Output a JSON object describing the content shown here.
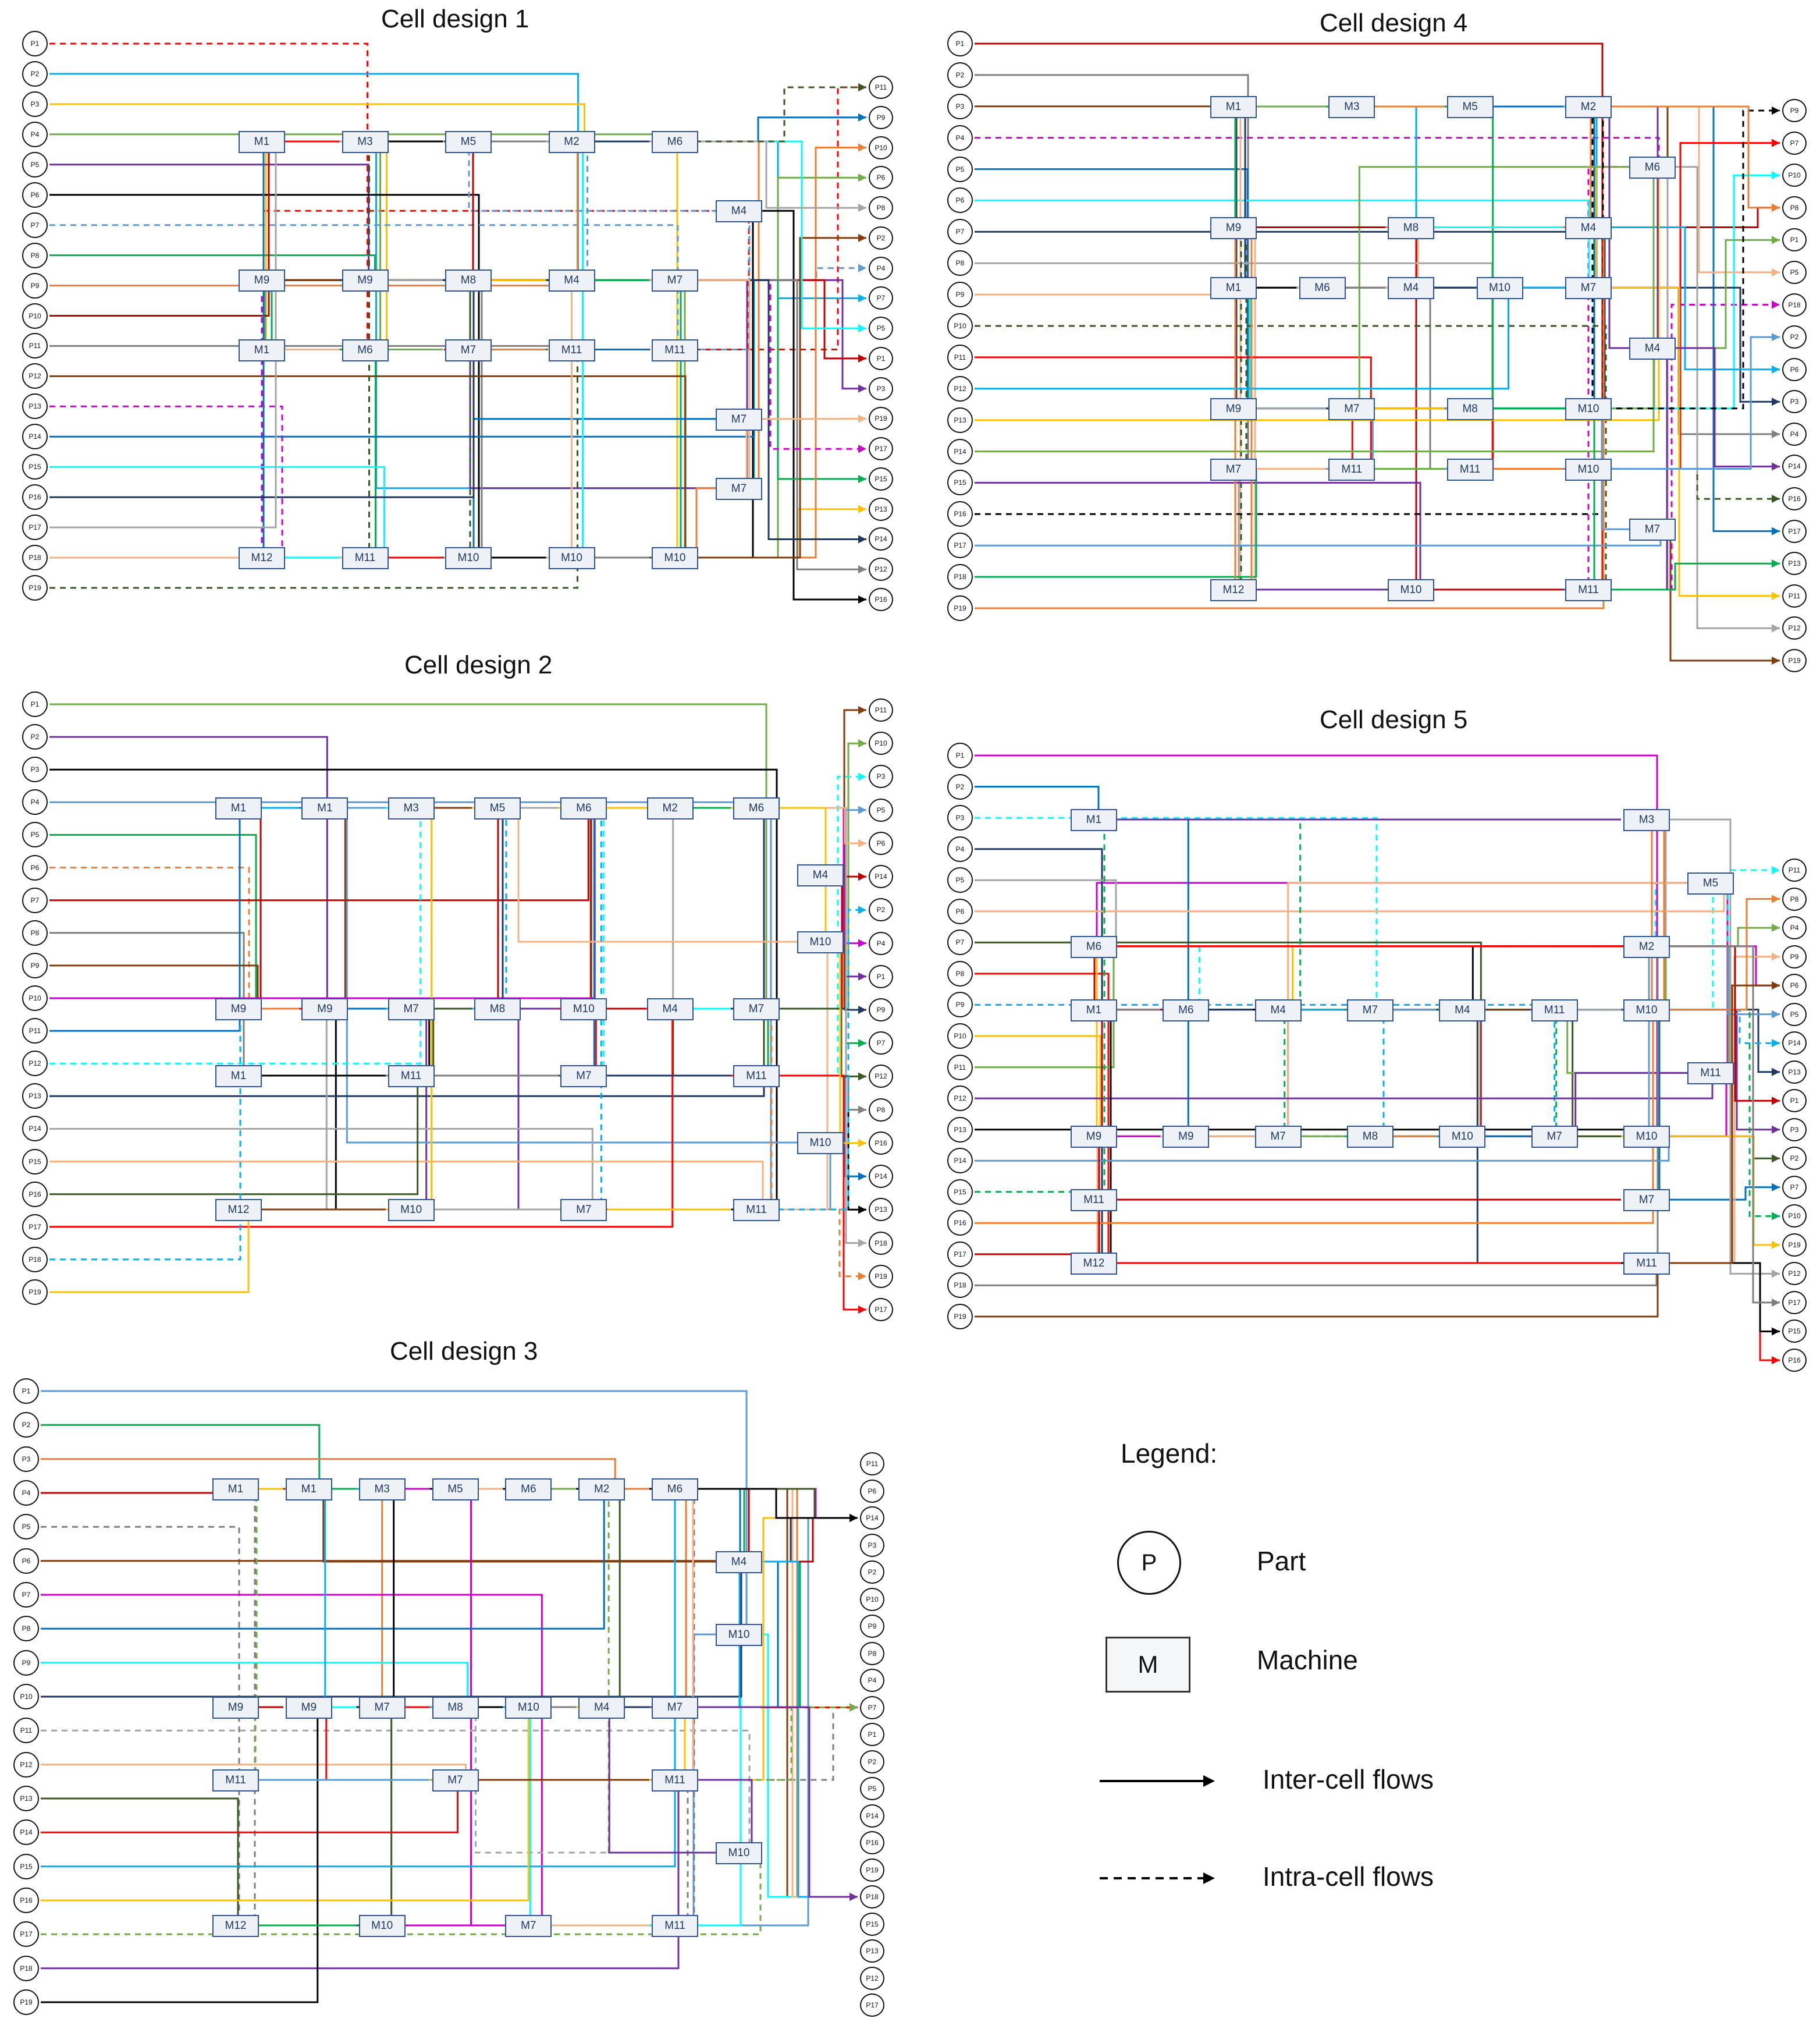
{
  "figure": {
    "panels": [
      {
        "title": "Cell design 1",
        "parts_in": [
          "P1",
          "P2",
          "P3",
          "P4",
          "P5",
          "P6",
          "P7",
          "P8",
          "P9",
          "P10",
          "P11",
          "P12",
          "P13",
          "P14",
          "P15",
          "P16",
          "P17",
          "P18",
          "P19"
        ],
        "parts_out": [
          "P11",
          "P9",
          "P10",
          "P6",
          "P8",
          "P2",
          "P4",
          "P7",
          "P5",
          "P1",
          "P3",
          "P19",
          "P17",
          "P15",
          "P13",
          "P14",
          "P12",
          "P16"
        ],
        "machine_rows": [
          [
            "M1",
            "M3",
            "M5",
            "M2",
            "M6"
          ],
          [
            "M4"
          ],
          [
            "M9",
            "M9",
            "M8",
            "M4",
            "M7"
          ],
          [
            "M1",
            "M6",
            "M7",
            "M11",
            "M11"
          ],
          [
            "M7"
          ],
          [
            "M7"
          ],
          [
            "M12",
            "M11",
            "M10",
            "M10",
            "M10"
          ]
        ]
      },
      {
        "title": "Cell design 2",
        "parts_in": [
          "P1",
          "P2",
          "P3",
          "P4",
          "P5",
          "P6",
          "P7",
          "P8",
          "P9",
          "P10",
          "P11",
          "P12",
          "P13",
          "P14",
          "P15",
          "P16",
          "P17",
          "P18",
          "P19"
        ],
        "parts_out": [
          "P11",
          "P10",
          "P3",
          "P5",
          "P6",
          "P14",
          "P2",
          "P4",
          "P1",
          "P9",
          "P7",
          "P12",
          "P8",
          "P16",
          "P14",
          "P13",
          "P18",
          "P19",
          "P17"
        ],
        "machine_rows": [
          [
            "M1",
            "M1",
            "M3",
            "M5",
            "M6",
            "M2",
            "M6"
          ],
          [
            "M4"
          ],
          [
            "M10"
          ],
          [
            "M9",
            "M9",
            "M7",
            "M8",
            "M10",
            "M4",
            "M7"
          ],
          [
            "M1",
            "M11",
            "M7",
            "M11"
          ],
          [
            "M10"
          ],
          [
            "M12",
            "M10",
            "M7",
            "M11"
          ]
        ]
      },
      {
        "title": "Cell design 3",
        "parts_in": [
          "P1",
          "P2",
          "P3",
          "P4",
          "P5",
          "P6",
          "P7",
          "P8",
          "P9",
          "P10",
          "P11",
          "P12",
          "P13",
          "P14",
          "P15",
          "P16",
          "P17",
          "P18",
          "P19"
        ],
        "parts_out": [
          "P11",
          "P6",
          "P14",
          "P3",
          "P2",
          "P10",
          "P9",
          "P8",
          "P4",
          "P7",
          "P1",
          "P2",
          "P5",
          "P14",
          "P16",
          "P19",
          "P18",
          "P15",
          "P13",
          "P12",
          "P17"
        ],
        "machine_rows": [
          [
            "M1",
            "M1",
            "M3",
            "M5",
            "M6",
            "M2",
            "M6"
          ],
          [
            "M4"
          ],
          [
            "M10"
          ],
          [
            "M9",
            "M9",
            "M7",
            "M8",
            "M10",
            "M4",
            "M7"
          ],
          [
            "M11",
            "M7",
            "M11"
          ],
          [
            "M10"
          ],
          [
            "M12",
            "M10",
            "M7",
            "M11"
          ]
        ]
      },
      {
        "title": "Cell design 4",
        "parts_in": [
          "P1",
          "P2",
          "P3",
          "P4",
          "P5",
          "P6",
          "P7",
          "P8",
          "P9",
          "P10",
          "P11",
          "P12",
          "P13",
          "P14",
          "P15",
          "P16",
          "P17",
          "P18",
          "P19"
        ],
        "parts_out": [
          "P9",
          "P7",
          "P10",
          "P8",
          "P1",
          "P5",
          "P18",
          "P2",
          "P6",
          "P3",
          "P4",
          "P14",
          "P16",
          "P17",
          "P13",
          "P11",
          "P12",
          "P19"
        ],
        "machine_rows": [
          [
            "M1",
            "M3",
            "M5",
            "M2"
          ],
          [
            "M6"
          ],
          [
            "M9",
            "M8",
            "M4"
          ],
          [
            "M1",
            "M6",
            "M4",
            "M10",
            "M7"
          ],
          [
            "M4"
          ],
          [
            "M9",
            "M7",
            "M8",
            "M10"
          ],
          [
            "M7",
            "M11",
            "M11",
            "M10"
          ],
          [
            "M7"
          ],
          [
            "M12",
            "M10",
            "M11"
          ]
        ]
      },
      {
        "title": "Cell design 5",
        "parts_in": [
          "P1",
          "P2",
          "P3",
          "P4",
          "P5",
          "P6",
          "P7",
          "P8",
          "P9",
          "P10",
          "P11",
          "P12",
          "P13",
          "P14",
          "P15",
          "P16",
          "P17",
          "P18",
          "P19"
        ],
        "parts_out": [
          "P11",
          "P8",
          "P4",
          "P9",
          "P6",
          "P5",
          "P14",
          "P13",
          "P1",
          "P3",
          "P2",
          "P7",
          "P10",
          "P19",
          "P12",
          "P17",
          "P15",
          "P16"
        ],
        "machine_rows": [
          [
            "M1",
            "M3"
          ],
          [
            "M5"
          ],
          [
            "M6",
            "M2"
          ],
          [
            "M1",
            "M6",
            "M4",
            "M7",
            "M4",
            "M11",
            "M10"
          ],
          [
            "M11"
          ],
          [
            "M9",
            "M9",
            "M7",
            "M8",
            "M10",
            "M7",
            "M10"
          ],
          [
            "M11",
            "M7"
          ],
          [
            "M12",
            "M11"
          ]
        ]
      }
    ],
    "legend": {
      "heading": "Legend:",
      "part_symbol": "P",
      "part_label": "Part",
      "machine_symbol": "M",
      "machine_label": "Machine",
      "inter_label": "Inter-cell flows",
      "intra_label": "Intra-cell flows"
    },
    "flow_colors": [
      "#ff0000",
      "#00b0f0",
      "#ffc000",
      "#70ad47",
      "#7030a0",
      "#000000",
      "#5b9bd5",
      "#00b050",
      "#ed7d31",
      "#c00000",
      "#7f7f7f",
      "#843c0c",
      "#cc00cc",
      "#0070c0",
      "#00ffff",
      "#1f3864",
      "#a5a5a5",
      "#f4b183",
      "#385723"
    ]
  }
}
